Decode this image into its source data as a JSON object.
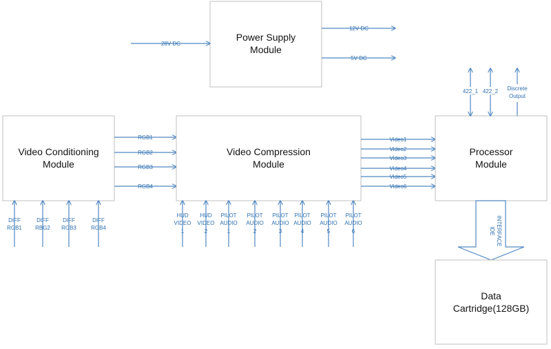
{
  "modules": {
    "power": [
      "Power Supply",
      "Module"
    ],
    "video_conditioning": [
      "Video Conditioning",
      "Module"
    ],
    "video_compression": [
      "Video Compression",
      "Module"
    ],
    "processor": [
      "Processor",
      "Module"
    ],
    "data_cartridge": [
      "Data",
      "Cartridge(128GB)"
    ]
  },
  "power_signals": {
    "input": "28V DC",
    "out_12v": "12V DC",
    "out_5v": "5V DC"
  },
  "rgb_links": [
    "RGB1",
    "RGB2",
    "RGB3",
    "RGB4"
  ],
  "video_links": [
    "Video1",
    "Video2",
    "Video3",
    "Video4",
    "Video5",
    "Video6"
  ],
  "conditioning_inputs": [
    [
      "DIFF",
      "RGB1"
    ],
    [
      "DIFF",
      "RBG2"
    ],
    [
      "DIFF",
      "RGB3"
    ],
    [
      "DIFF",
      "RGB4"
    ]
  ],
  "compression_inputs": [
    [
      "HUD",
      "VIDEO",
      "1"
    ],
    [
      "HUD",
      "VIDEO",
      "2"
    ],
    [
      "PILOT",
      "AUDIO",
      "1"
    ],
    [
      "PILOT",
      "AUDIO",
      "2"
    ],
    [
      "PILOT",
      "AUDIO",
      "3"
    ],
    [
      "PILOT",
      "AUDIO",
      "4"
    ],
    [
      "PILOT",
      "AUDIO",
      "5"
    ],
    [
      "PILOT",
      "AUDIO",
      "6"
    ]
  ],
  "processor_io": [
    "422_1",
    "422_2",
    [
      "Discrete",
      "Output"
    ]
  ],
  "ide_interface": [
    "IDE",
    "INTERFACE"
  ],
  "colors": {
    "wire": "#4f86c0",
    "box_border": "#bfbfbf",
    "label": "#2e6faf"
  }
}
